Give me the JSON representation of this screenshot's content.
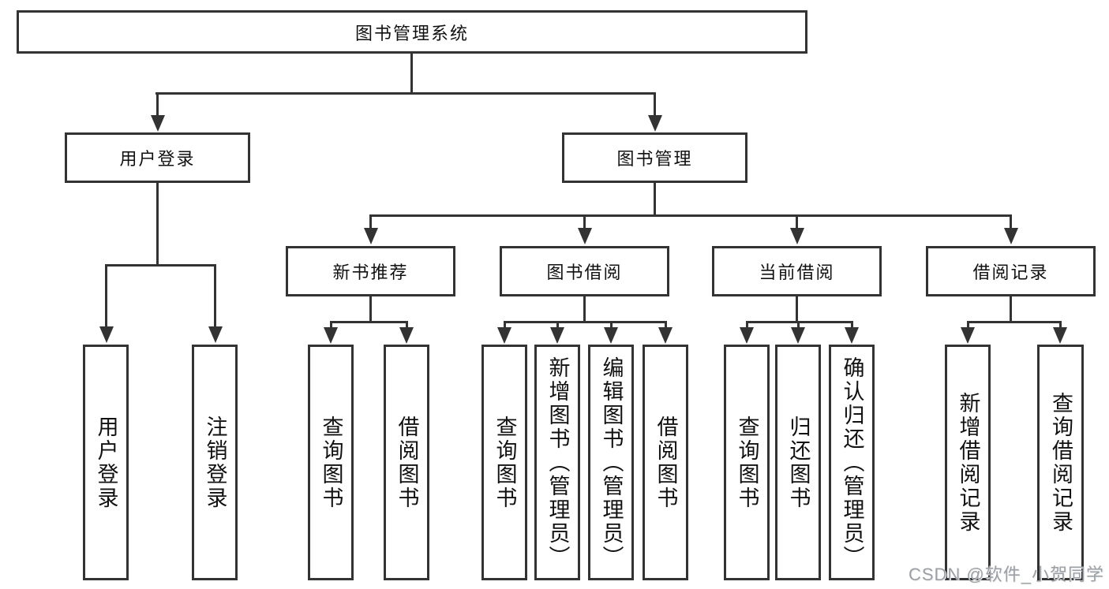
{
  "colors": {
    "line": "#333333",
    "text": "#111111",
    "background": "#ffffff",
    "watermark": "#9aa0a5"
  },
  "watermark": {
    "text": "CSDN @软件_小贺同学"
  },
  "tree": {
    "label": "图书管理系统",
    "children": [
      {
        "label": "用户登录",
        "children": [
          {
            "label": "用户登录"
          },
          {
            "label": "注销登录"
          }
        ]
      },
      {
        "label": "图书管理",
        "children": [
          {
            "label": "新书推荐",
            "children": [
              {
                "label": "查询图书"
              },
              {
                "label": "借阅图书"
              }
            ]
          },
          {
            "label": "图书借阅",
            "children": [
              {
                "label": "查询图书"
              },
              {
                "label": "新增图书（管理员）"
              },
              {
                "label": "编辑图书（管理员）"
              },
              {
                "label": "借阅图书"
              }
            ]
          },
          {
            "label": "当前借阅",
            "children": [
              {
                "label": "查询图书"
              },
              {
                "label": "归还图书"
              },
              {
                "label": "确认归还（管理员）"
              }
            ]
          },
          {
            "label": "借阅记录",
            "children": [
              {
                "label": "新增借阅记录"
              },
              {
                "label": "查询借阅记录"
              }
            ]
          }
        ]
      }
    ]
  }
}
